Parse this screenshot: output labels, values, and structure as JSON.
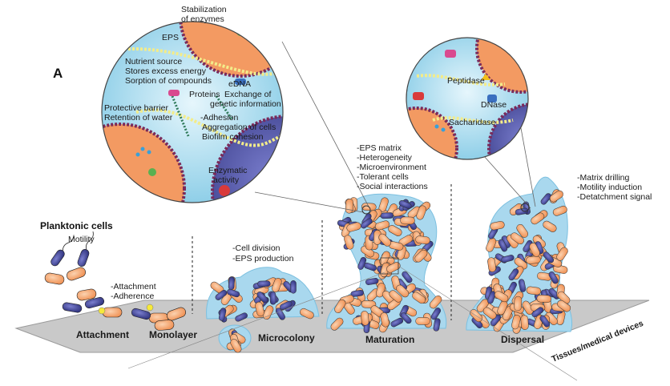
{
  "panel_letter": "A",
  "stages": {
    "attachment": "Attachment",
    "monolayer": "Monolayer",
    "microcolony": "Microcolony",
    "maturation": "Maturation",
    "dispersal": "Dispersal"
  },
  "surface_label": "Tissues/medical devices",
  "planktonic": {
    "title": "Planktonic cells",
    "motility": "Motility",
    "notes": [
      "-Attachment",
      "-Adherence"
    ]
  },
  "microcolony_notes": [
    "-Cell division",
    "-EPS production"
  ],
  "maturation_notes": [
    "-EPS matrix",
    "-Heterogeneity",
    "-Microenvironment",
    "-Tolerant cells",
    "-Social interactions"
  ],
  "dispersal_notes": [
    "-Matrix drilling",
    "-Motility induction",
    "-Detatchment signal"
  ],
  "left_zoom": {
    "eps": "EPS",
    "stabilization": [
      "Stabilization",
      "of enzymes"
    ],
    "nutrient": [
      "Nutrient source",
      "Stores excess energy",
      "Sorption of compounds"
    ],
    "edna": "eDNA",
    "exchange": [
      "Exchange of",
      "genetic information"
    ],
    "proteins": "Proteins",
    "protective": [
      "Protective barrier",
      "Retention of water"
    ],
    "adhesion": [
      "-Adhesion",
      "Aggregation of cells",
      "Biofilm cohesion"
    ],
    "enzymatic": [
      "Enzymatic",
      "activity"
    ]
  },
  "right_zoom": {
    "peptidase": "Peptidase",
    "dnase": "DNase",
    "sacharidase": "Sacharidase"
  },
  "colors": {
    "biofilm": "#a9d8ee",
    "zoom_bg": "#bfe4f3",
    "cell_orange": "#f39a62",
    "cell_purple": "#3a3a8a",
    "surface": "#c8c8c8"
  }
}
